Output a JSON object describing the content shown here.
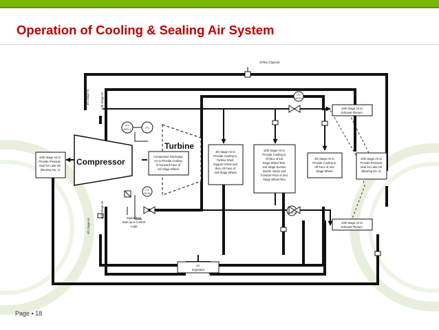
{
  "slide": {
    "title": "Operation of Cooling & Sealing Air System",
    "page_label": "Page",
    "page_number": "18"
  },
  "diagram": {
    "labels": {
      "orifice": "Orifice (Typical)",
      "compressor": "Compressor",
      "turbine": "Turbine",
      "pt_left": "PT",
      "pt_left_sub": "96CD-1",
      "pt_right": "P1",
      "cv_top": "CV",
      "cv_top_sub": "30CB-1",
      "cv_bottom": "CV",
      "cv_bottom_sub": "30CB-3",
      "ct_valve": "CT",
      "ct_valve_sub": "20-CB",
      "stage10_left": "10th Stage Air",
      "stage4_left": "4th Stage Air",
      "stage10_left2": "10th Stage Air",
      "stage4_left2": "4th Stage Air",
      "signal_1": "Signal from",
      "signal_2": "Start up & Control",
      "signal_3": "Logic",
      "separator_1": "Air",
      "separator_2": "Separator"
    },
    "boxes": {
      "seal_bearing1": [
        "10th Stage Air to",
        "Provide Pressure",
        "Seal for Lube Oil",
        "(Bearing No. 1)"
      ],
      "discharge": [
        "Compressor Discharge",
        "Air to Provide Cooling",
        "to Forward Face of",
        "1st Stage Wheel."
      ],
      "stage4_turbine": [
        "4th Stage Air to",
        "Provide Cooling to",
        "Turbine Shell,",
        "Support Struts and",
        "then Aft Face of",
        "2nd Stage Wheel."
      ],
      "stage10_wheel": [
        "10th Stage Air to",
        "Provide Cooling to",
        "Aft face of 1st",
        "Stage Wheel Rim,",
        "2nd Stage Suction",
        "Nozzle Vanes and",
        "Forward Face of 2nd",
        "Stage Wheel Rim."
      ],
      "stage4_aft": [
        "4th Stage Air to",
        "Provide Cooling to",
        "Aft Face of 2nd",
        "Stage Wheel."
      ],
      "seal_bearing2": [
        "10th Stage Air to",
        "Provide Pressure",
        "Seal for Lube Oil",
        "(Bearing No. 2)."
      ],
      "exhaust_top": [
        "10th Stage Air to",
        "Exhaust Plenum."
      ],
      "exhaust_bottom": [
        "10th Stage Air to",
        "Exhaust Plenum."
      ]
    }
  }
}
